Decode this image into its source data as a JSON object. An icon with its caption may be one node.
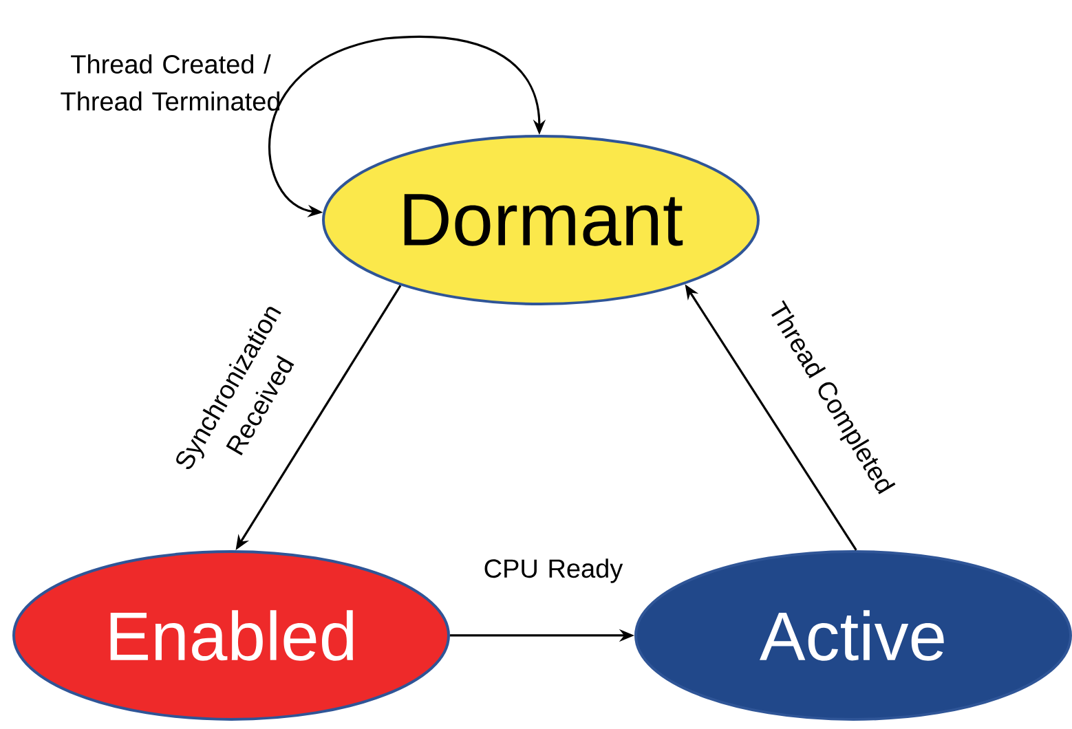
{
  "diagram": {
    "nodes": [
      {
        "text": [
          "Dormant"
        ]
      },
      {
        "text": [
          "Enabled"
        ]
      },
      {
        "text": [
          "Active"
        ]
      }
    ],
    "edges": [
      {
        "from": 0,
        "to": 0,
        "arrow": "both",
        "label": "Thread Created / Thread Terminated"
      },
      {
        "from": 0,
        "to": 1,
        "arrow": "to",
        "label": "Synchronization Received"
      },
      {
        "from": 1,
        "to": 2,
        "arrow": "to",
        "label": "CPU Ready"
      },
      {
        "from": 2,
        "to": 0,
        "arrow": "to",
        "label": "Thread Completed"
      }
    ]
  }
}
